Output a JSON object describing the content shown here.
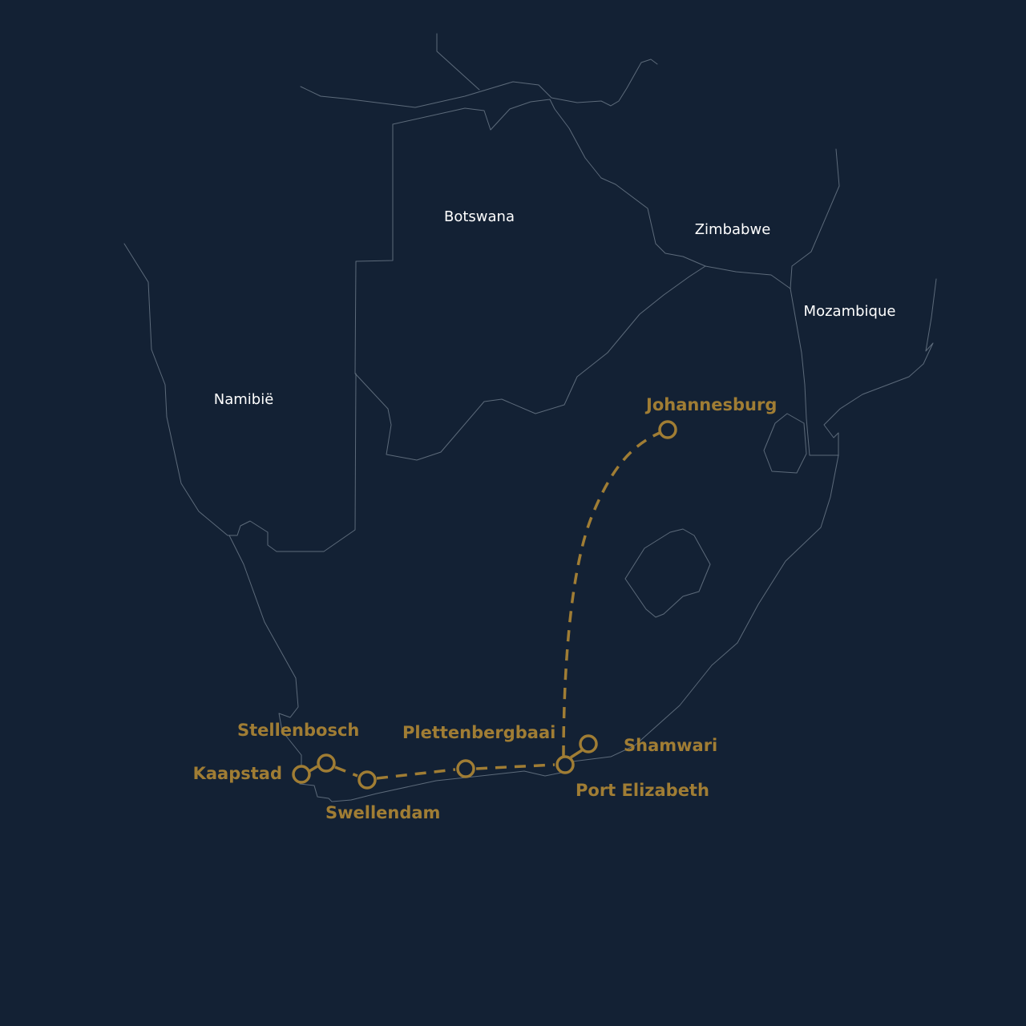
{
  "map": {
    "colors": {
      "background": "#132134",
      "border": "#6f7d8c",
      "accent": "#a07d34",
      "country_text": "#ffffff"
    },
    "countries": [
      {
        "id": "botswana",
        "name": "Botswana"
      },
      {
        "id": "zimbabwe",
        "name": "Zimbabwe"
      },
      {
        "id": "mozambique",
        "name": "Mozambique"
      },
      {
        "id": "namibia",
        "name": "Namibië"
      }
    ],
    "route": [
      {
        "id": "kaapstad",
        "name": "Kaapstad"
      },
      {
        "id": "stellenbosch",
        "name": "Stellenbosch"
      },
      {
        "id": "swellendam",
        "name": "Swellendam"
      },
      {
        "id": "plettenbergbaai",
        "name": "Plettenbergbaai"
      },
      {
        "id": "port-elizabeth",
        "name": "Port Elizabeth"
      },
      {
        "id": "shamwari",
        "name": "Shamwari"
      },
      {
        "id": "johannesburg",
        "name": "Johannesburg"
      }
    ]
  }
}
